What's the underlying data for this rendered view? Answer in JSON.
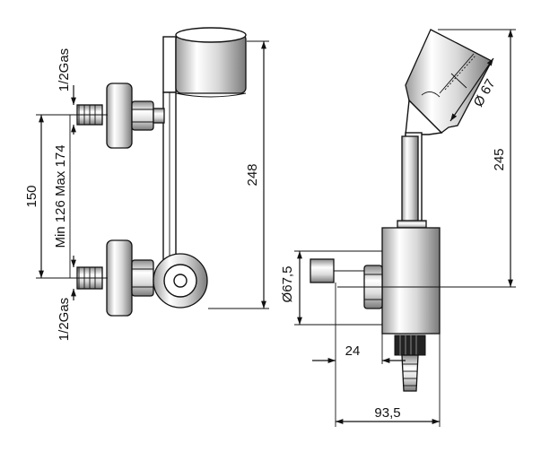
{
  "left_view": {
    "dim_total_height": "248",
    "dim_center_distance": "150",
    "dim_range": "Min 126 Max 174",
    "thread_top": "1/2Gas",
    "thread_bottom": "1/2Gas"
  },
  "right_view": {
    "dim_height": "245",
    "dim_head_diameter": "Ø 67",
    "dim_body_diameter": "Ø67,5",
    "dim_inlet": "24",
    "dim_depth": "93,5"
  }
}
